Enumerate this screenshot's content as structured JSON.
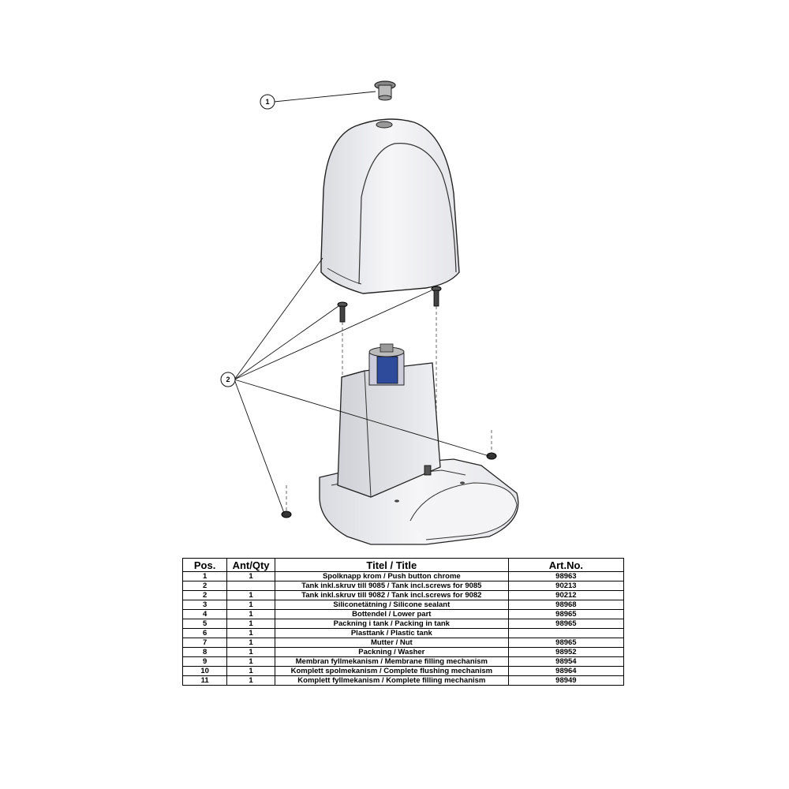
{
  "callouts": [
    {
      "label": "1"
    },
    {
      "label": "2"
    }
  ],
  "table": {
    "headers": {
      "pos": "Pos.",
      "qty": "Ant/Qty",
      "title": "Titel / Title",
      "art": "Art.No."
    },
    "rows": [
      {
        "pos": "1",
        "qty": "1",
        "title": "Spolknapp krom / Push button chrome",
        "art": "98963"
      },
      {
        "pos": "2",
        "qty": "",
        "title": "Tank inkl.skruv till 9085 / Tank incl.screws for 9085",
        "art": "90213"
      },
      {
        "pos": "2",
        "qty": "1",
        "title": "Tank inkl.skruv till 9082 / Tank incl.screws for 9082",
        "art": "90212"
      },
      {
        "pos": "3",
        "qty": "1",
        "title": "Siliconetätning / Silicone sealant",
        "art": "98968"
      },
      {
        "pos": "4",
        "qty": "1",
        "title": "Bottendel / Lower part",
        "art": "98965"
      },
      {
        "pos": "5",
        "qty": "1",
        "title": "Packning i tank / Packing in tank",
        "art": "98965"
      },
      {
        "pos": "6",
        "qty": "1",
        "title": "Plasttank / Plastic tank",
        "art": ""
      },
      {
        "pos": "7",
        "qty": "1",
        "title": "Mutter / Nut",
        "art": "98965"
      },
      {
        "pos": "8",
        "qty": "1",
        "title": "Packning / Washer",
        "art": "98952"
      },
      {
        "pos": "9",
        "qty": "1",
        "title": "Membran fyllmekanism / Membrane filling mechanism",
        "art": "98954"
      },
      {
        "pos": "10",
        "qty": "1",
        "title": "Komplett spolmekanism / Complete flushing mechanism",
        "art": "98964"
      },
      {
        "pos": "11",
        "qty": "1",
        "title": "Komplett fyllmekanism / Komplete filling mechanism",
        "art": "98949"
      }
    ]
  }
}
